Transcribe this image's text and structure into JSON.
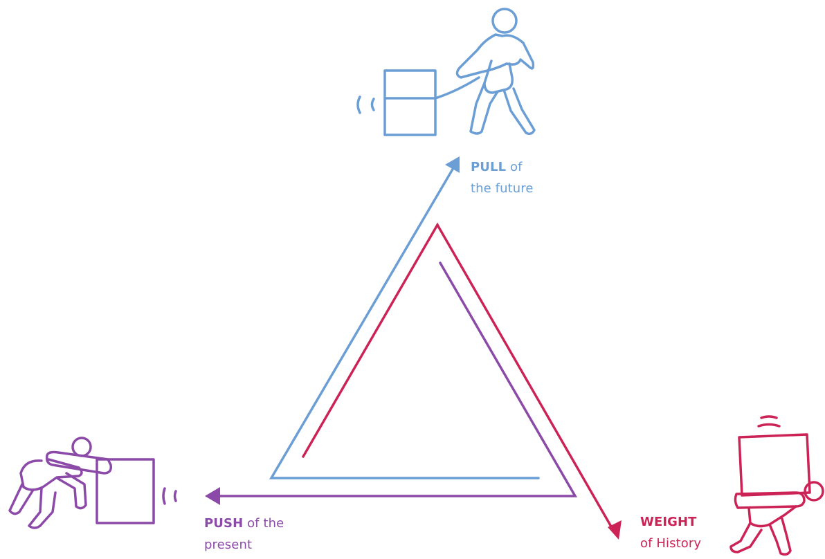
{
  "colors": {
    "pull": "#6a9ed5",
    "push": "#8c4aa8",
    "weight": "#cc2356",
    "background": "#ffffff"
  },
  "forces": {
    "pull": {
      "keyword": "PULL",
      "line1_rest": " of",
      "line2": "the future",
      "icon": "person-pulling-box-icon"
    },
    "push": {
      "keyword": "PUSH",
      "line1_rest": " of the",
      "line2": "present",
      "icon": "person-pushing-box-icon"
    },
    "weight": {
      "keyword": "WEIGHT",
      "line1_rest": "",
      "line2": "of History",
      "icon": "person-carrying-box-icon"
    }
  }
}
